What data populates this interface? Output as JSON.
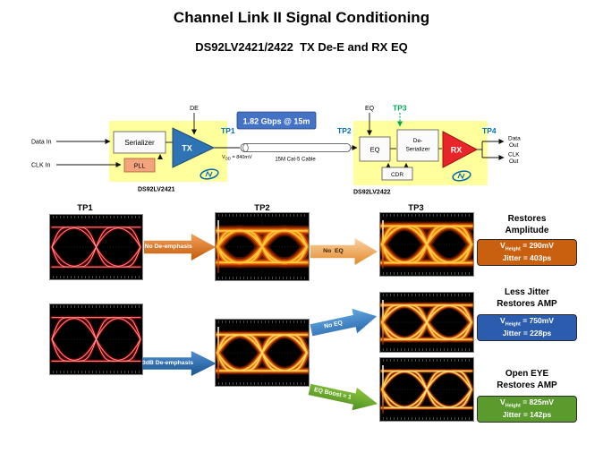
{
  "title": "Channel Link II Signal Conditioning",
  "subtitle": "DS92LV2421/2422  TX De-E and RX EQ",
  "diagram": {
    "data_in": "Data In",
    "clk_in": "CLK In",
    "serializer": "Serializer",
    "pll": "PLL",
    "tx": "TX",
    "de": "DE",
    "tp1": "TP1",
    "vod_v": "V",
    "vod_sub": "OD",
    "vod_rest": " = 840mV",
    "rate": "1.82 Gbps @ 15m",
    "cable": "15M Cat-5 Cable",
    "tp2": "TP2",
    "eq_top": "EQ",
    "tp3": "TP3",
    "eq_box": "EQ",
    "deser1": "De-",
    "deser2": "Serializer",
    "cdr": "CDR",
    "rx": "RX",
    "tp4": "TP4",
    "data_out1": "Data",
    "data_out2": "Out",
    "clk_out1": "CLK",
    "clk_out2": "Out",
    "chip_tx": "DS92LV2421",
    "chip_rx": "DS92LV2422"
  },
  "eyes": {
    "tp1": "TP1",
    "tp2": "TP2",
    "tp3": "TP3"
  },
  "arrows": {
    "no_de_emphasis": "No De-emphasis",
    "no_eq_1": "No  EQ",
    "de_emphasis_3db": "3dB De-emphasis",
    "no_eq_2": "No EQ",
    "eq_boost": "EQ Boost = 1"
  },
  "results": [
    {
      "line1": "Restores",
      "line2": "Amplitude",
      "v": "V",
      "v_sub": "Height",
      "v_rest": " = 290mV",
      "jitter": "Jitter = 403ps"
    },
    {
      "line1": "Less Jitter",
      "line2": "Restores AMP",
      "v": "V",
      "v_sub": "Height",
      "v_rest": " = 750mV",
      "jitter": "Jitter = 228ps"
    },
    {
      "line1": "Open EYE",
      "line2": "Restores AMP",
      "v": "V",
      "v_sub": "Height",
      "v_rest": " = 825mV",
      "jitter": "Jitter = 142ps"
    }
  ],
  "colors": {
    "accent_blue": "#0070C0",
    "accent_green": "#00A651",
    "badge_orange": "#C9600F",
    "badge_blue": "#2B5CAD",
    "badge_green": "#5B9B2D",
    "chip_highlight": "#FFFF9C"
  }
}
